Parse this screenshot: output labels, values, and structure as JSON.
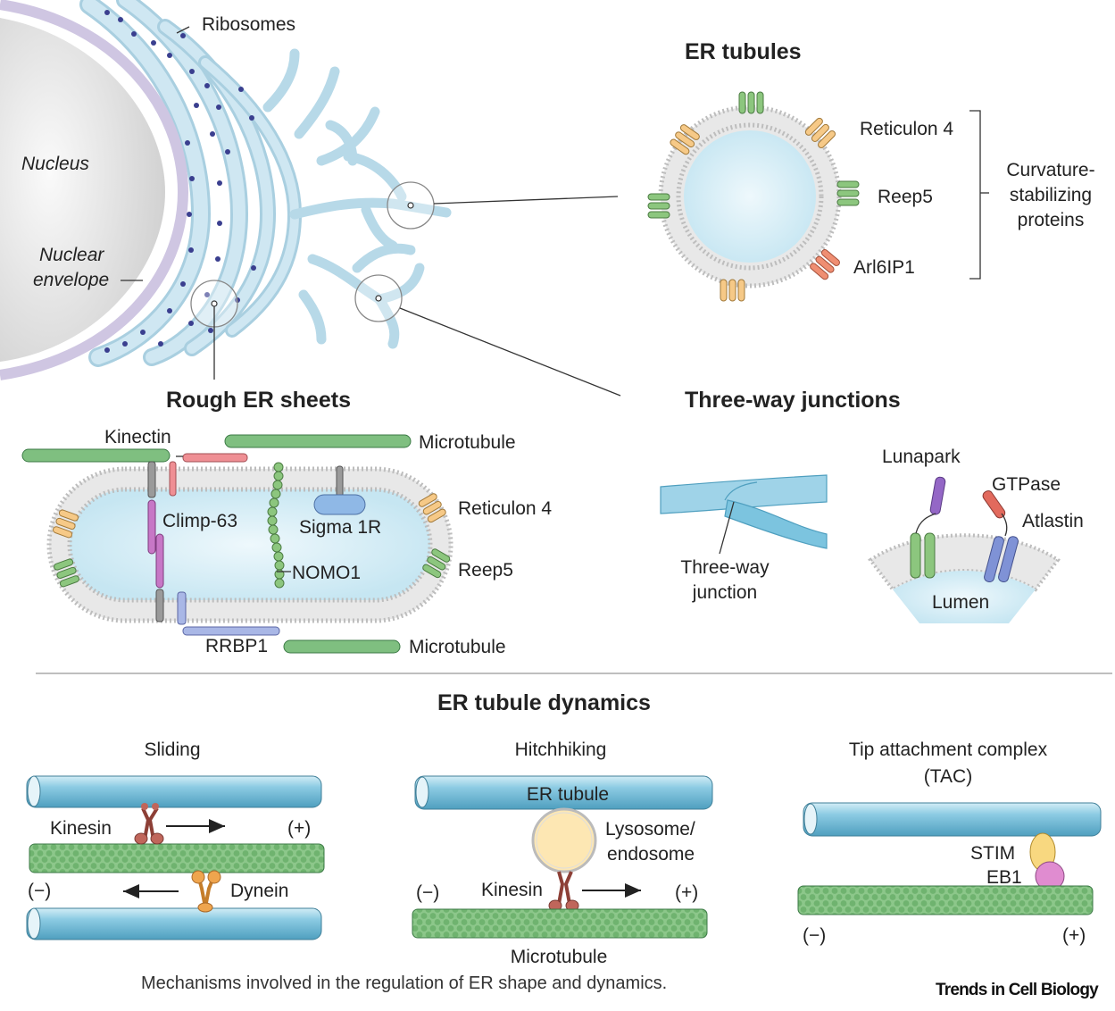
{
  "overview": {
    "nucleus_label": "Nucleus",
    "envelope_line1": "Nuclear",
    "envelope_line2": "envelope",
    "ribosomes_label": "Ribosomes"
  },
  "tubules": {
    "title": "ER tubules",
    "reticulon": "Reticulon 4",
    "reep": "Reep5",
    "arl": "Arl6IP1",
    "bracket_line1": "Curvature-",
    "bracket_line2": "stabilizing",
    "bracket_line3": "proteins"
  },
  "sheets": {
    "title": "Rough ER sheets",
    "kinectin": "Kinectin",
    "microtubule_top": "Microtubule",
    "climp": "Climp-63",
    "sigma": "Sigma 1R",
    "nomo": "NOMO1",
    "reticulon": "Reticulon 4",
    "reep": "Reep5",
    "rrbp": "RRBP1",
    "microtubule_bottom": "Microtubule"
  },
  "junctions": {
    "title": "Three-way junctions",
    "junction_line1": "Three-way",
    "junction_line2": "junction",
    "lunapark": "Lunapark",
    "gtpase": "GTPase",
    "atlastin": "Atlastin",
    "lumen": "Lumen"
  },
  "dynamics": {
    "title": "ER tubule dynamics",
    "sliding": {
      "title": "Sliding",
      "kinesin": "Kinesin",
      "dynein": "Dynein",
      "plus": "(+)",
      "minus": "(−)"
    },
    "hitchhiking": {
      "title": "Hitchhiking",
      "tubule": "ER tubule",
      "lyso_line1": "Lysosome/",
      "lyso_line2": "endosome",
      "kinesin": "Kinesin",
      "minus": "(−)",
      "plus": "(+)",
      "microtubule": "Microtubule"
    },
    "tac": {
      "title_line1": "Tip attachment complex",
      "title_line2": "(TAC)",
      "stim": "STIM",
      "eb1": "EB1",
      "minus": "(−)",
      "plus": "(+)"
    }
  },
  "caption": "Mechanisms involved in the regulation of ER shape and dynamics.",
  "brand": "Trends in Cell Biology",
  "colors": {
    "er_blue": "#bfe0ee",
    "tube_blue": "#7cc4df",
    "membrane": "#bdbdbd",
    "ribosome": "#3a3f8f",
    "nucleus": "#e4e4e4",
    "envelope": "#cfc6e2",
    "microtubule_green": "#7fbf80",
    "reticulon": "#f6c987",
    "reep": "#8cc67e",
    "arl": "#ef8e72",
    "climp": "#c777c6",
    "kinectin": "#ef8f94",
    "sigma": "#8fb8e6",
    "rrbp": "#a9b7e6",
    "lunapark": "#9467c6",
    "gtpase": "#e26a5d",
    "atlastin": "#7f92d6",
    "kinesin": "#c0665b",
    "dynein": "#efa54e",
    "lysosome": "#fde7b3",
    "stim": "#f8d880",
    "eb1": "#e08cd0"
  },
  "icons": [
    "ribosome-dot",
    "membrane-protein",
    "microtubule",
    "motor-protein"
  ]
}
